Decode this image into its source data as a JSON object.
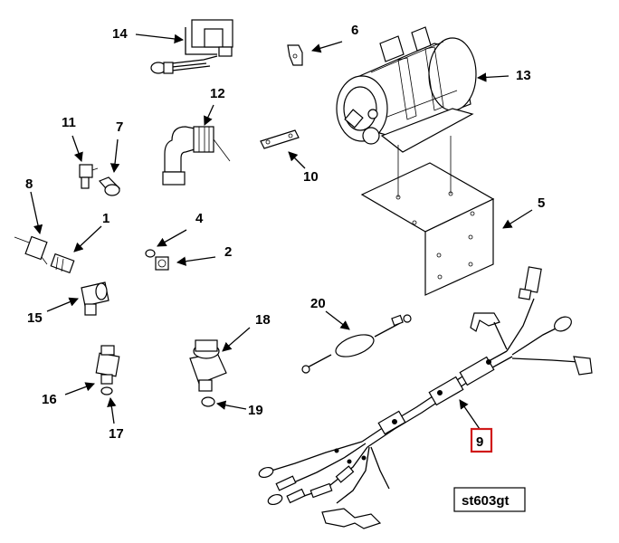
{
  "callouts": {
    "c1": "1",
    "c2": "2",
    "c4": "4",
    "c5": "5",
    "c6": "6",
    "c7": "7",
    "c8": "8",
    "c9": "9",
    "c10": "10",
    "c11": "11",
    "c12": "12",
    "c13": "13",
    "c14": "14",
    "c15": "15",
    "c16": "16",
    "c17": "17",
    "c18": "18",
    "c19": "19",
    "c20": "20"
  },
  "reference": "st603gt",
  "colors": {
    "highlight": "#d01a1a",
    "ink": "#000000"
  },
  "highlighted_callout": "9"
}
